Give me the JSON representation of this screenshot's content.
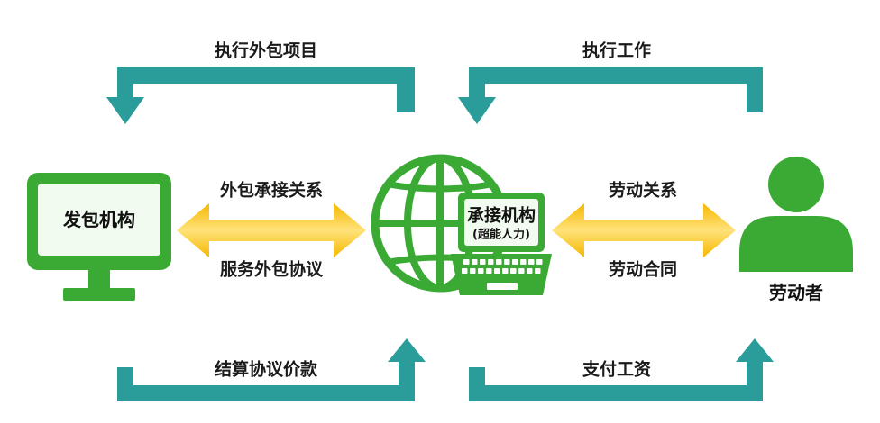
{
  "colors": {
    "green": "#3aaa35",
    "green_light": "#7ed957",
    "teal": "#2a9d9b",
    "gold": "#f5b800",
    "gold_light": "#ffe27a",
    "screen_fill": "#f2fbef"
  },
  "nodes": {
    "client": {
      "label": "发包机构",
      "icon": "monitor-icon"
    },
    "platform": {
      "label": "承接机构",
      "sublabel": "(超能人力)",
      "icon": "globe-laptop-icon"
    },
    "worker": {
      "label": "劳动者",
      "icon": "person-icon"
    }
  },
  "flows": {
    "top_left": "执行外包项目",
    "top_right": "执行工作",
    "mid_left_top": "外包承接关系",
    "mid_left_bottom": "服务外包协议",
    "mid_right_top": "劳动关系",
    "mid_right_bottom": "劳动合同",
    "bottom_left": "结算协议价款",
    "bottom_right": "支付工资"
  }
}
